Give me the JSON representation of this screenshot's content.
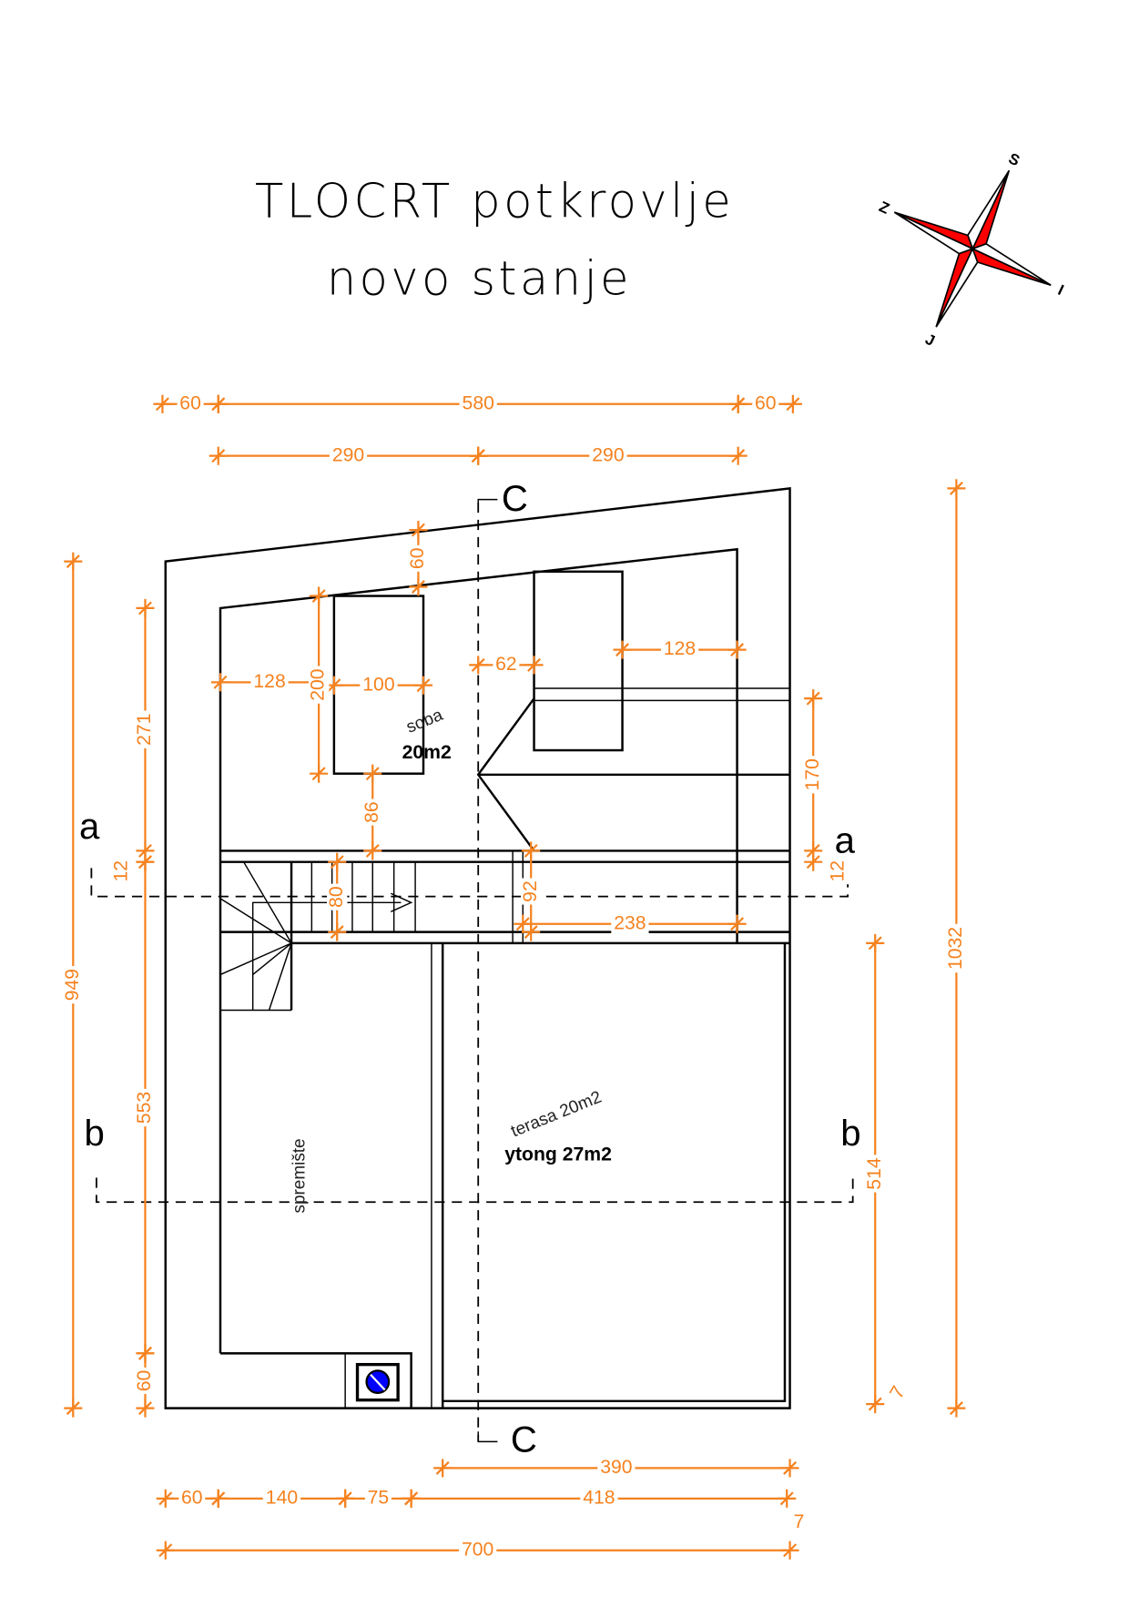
{
  "title": {
    "line1": "TLOCRT potkrovlje",
    "line2": "novo stanje"
  },
  "compass": {
    "north": "S",
    "south": "J",
    "east": "I",
    "west": "Z",
    "accent": "#ff0000"
  },
  "sections": {
    "a": "a",
    "b": "b",
    "c": "C"
  },
  "rooms": {
    "soba_name": "soba",
    "soba_area": "20m2",
    "terasa_name": "terasa 20m2",
    "terasa_area": "ytong 27m2",
    "storage_name": "spremište"
  },
  "colors": {
    "dimension": "#f5821f",
    "walls": "#000000",
    "chimney_icon": "#0000ff"
  },
  "dimensions": {
    "top_left_overhang": "60",
    "top_total_inner": "580",
    "top_right_overhang": "60",
    "top_half_left": "290",
    "top_half_right": "290",
    "bottom_terrace": "390",
    "bottom_seg_60": "60",
    "bottom_seg_140": "140",
    "bottom_seg_75": "75",
    "bottom_seg_418": "418",
    "bottom_seg_7": "7",
    "bottom_total": "700",
    "left_total": "949",
    "left_soba": "271",
    "left_wall_12": "12",
    "left_storage": "553",
    "left_bottom_60": "60",
    "right_total": "1032",
    "right_terrace": "514",
    "right_seg_7": "7",
    "right_170": "170",
    "right_wall_12": "12",
    "roof_60": "60",
    "bed_200": "200",
    "left_128": "128",
    "bed_100": "100",
    "gap_62": "62",
    "right_128": "128",
    "gap_86": "86",
    "stair_80": "80",
    "gap_92": "92",
    "width_238": "238"
  }
}
